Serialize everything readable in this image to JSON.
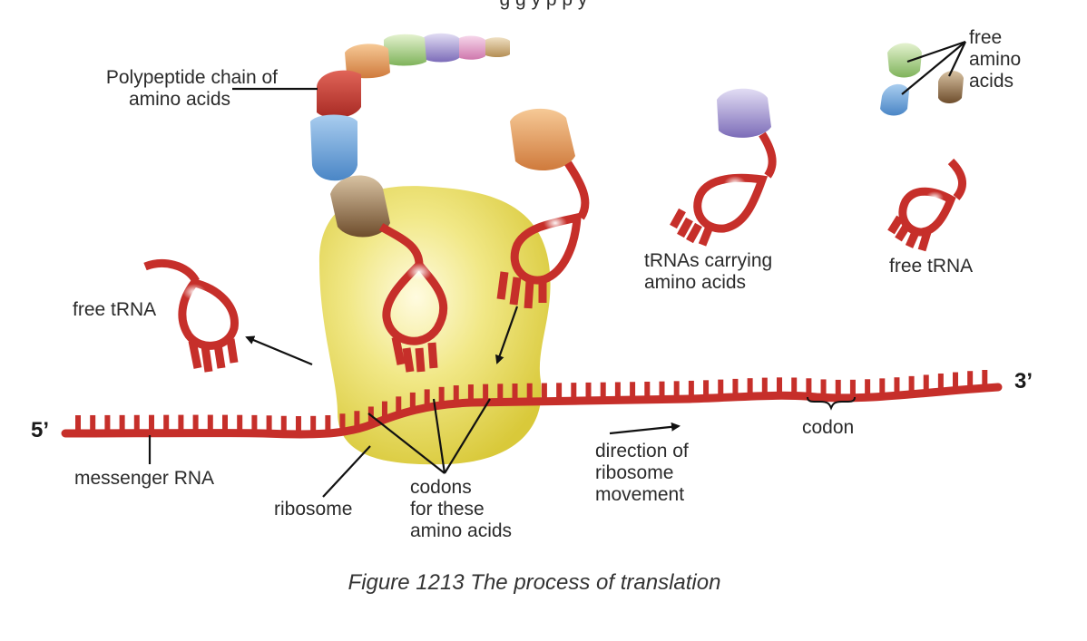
{
  "figure": {
    "top_text": "g g y p p y",
    "caption": "Figure 1213 The process of translation"
  },
  "labels": {
    "polypeptide_line1": "Polypeptide chain of",
    "polypeptide_line2": "amino acids",
    "free_amino_line1": "free",
    "free_amino_line2": "amino",
    "free_amino_line3": "acids",
    "trnas_line1": "tRNAs carrying",
    "trnas_line2": "amino acids",
    "free_trna_left": "free tRNA",
    "free_trna_right": "free tRNA",
    "five_prime": "5’",
    "three_prime": "3’",
    "codon": "codon",
    "messenger_rna": "messenger RNA",
    "ribosome": "ribosome",
    "codons_line1": "codons",
    "codons_line2": "for these",
    "codons_line3": "amino acids",
    "direction_line1": "direction of",
    "direction_line2": "ribosome",
    "direction_line3": "movement"
  },
  "colors": {
    "rna_red": "#c62f2a",
    "ribosome_yellow": "#e6d84a",
    "aa_red": "#c4362e",
    "aa_blue": "#5b93cf",
    "aa_brown": "#8a6a45",
    "aa_orange": "#e08a48",
    "aa_green": "#8cbf6a",
    "aa_purple": "#8d7cc2",
    "aa_pink": "#d88ab8",
    "aa_tan": "#c4a068"
  }
}
